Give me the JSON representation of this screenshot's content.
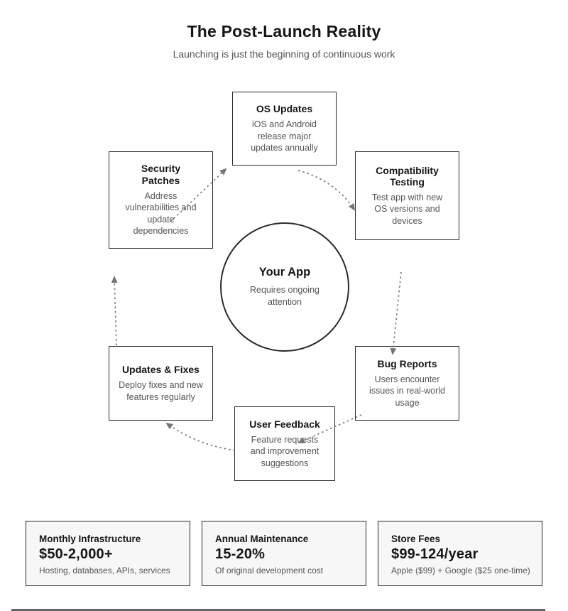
{
  "header": {
    "title": "The Post-Launch Reality",
    "subtitle": "Launching is just the beginning of continuous work"
  },
  "diagram": {
    "center": {
      "title": "Your App",
      "description": "Requires ongoing attention"
    },
    "nodes": [
      {
        "id": "os-updates",
        "title": "OS Updates",
        "description": "iOS and Android release major updates annually"
      },
      {
        "id": "compatibility-testing",
        "title": "Compatibility Testing",
        "description": "Test app with new OS versions and devices"
      },
      {
        "id": "bug-reports",
        "title": "Bug Reports",
        "description": "Users encounter issues in real-world usage"
      },
      {
        "id": "user-feedback",
        "title": "User Feedback",
        "description": "Feature requests and improvement suggestions"
      },
      {
        "id": "updates-fixes",
        "title": "Updates & Fixes",
        "description": "Deploy fixes and new features regularly"
      },
      {
        "id": "security-patches",
        "title": "Security Patches",
        "description": "Address vulnerabilities and update dependencies"
      }
    ],
    "flow": [
      "security-patches -> os-updates",
      "os-updates -> compatibility-testing",
      "compatibility-testing -> bug-reports",
      "bug-reports -> user-feedback",
      "user-feedback -> updates-fixes",
      "updates-fixes -> security-patches"
    ]
  },
  "stats": [
    {
      "label": "Monthly Infrastructure",
      "value": "$50-2,000+",
      "caption": "Hosting, databases, APIs, services"
    },
    {
      "label": "Annual Maintenance",
      "value": "15-20%",
      "caption": "Of original development cost"
    },
    {
      "label": "Store Fees",
      "value": "$99-124/year",
      "caption": "Apple ($99) + Google ($25 one-time)"
    }
  ],
  "colors": {
    "background": "#ffffff",
    "box_border": "#2a2a2a",
    "title_text": "#161616",
    "body_text": "#555555",
    "arrow": "#767676",
    "card_background": "#f7f7f7"
  }
}
